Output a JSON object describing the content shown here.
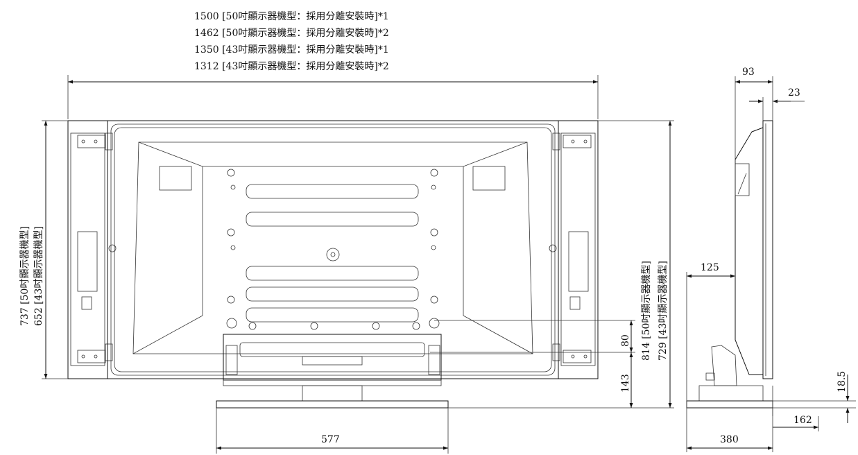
{
  "header_notes": [
    "1500 [50吋顯示器機型：採用分離安裝時]*1",
    "1462 [50吋顯示器機型：採用分離安裝時]*2",
    "1350 [43吋顯示器機型：採用分離安裝時]*1",
    "1312 [43吋顯示器機型：採用分離安裝時]*2"
  ],
  "dims": {
    "height_50": "737 [50吋顯示器機型]",
    "height_43": "652 [43吋顯示器機型]",
    "total_50": "814 [50吋顯示器機型]",
    "total_43": "729 [43吋顯示器機型]",
    "stand_width": "577",
    "stand_gap": "80",
    "stand_height": "143",
    "depth_top": "93",
    "panel_thickness": "23",
    "side_offset": "125",
    "base_depth": "380",
    "rear_depth": "162",
    "base_thickness": "18.5"
  }
}
